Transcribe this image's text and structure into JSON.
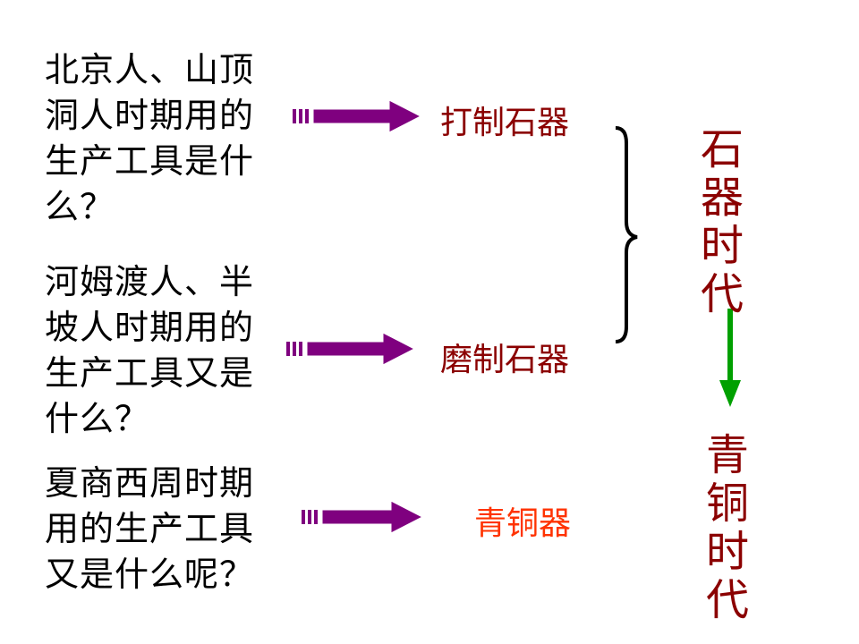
{
  "questions": [
    {
      "lines": [
        "北京人、山顶",
        "洞人时期用的",
        "生产工具是什",
        "么？"
      ]
    },
    {
      "lines": [
        "河姆渡人、半",
        "坡人时期用的",
        "生产工具又是",
        "什么？"
      ]
    },
    {
      "lines": [
        "夏商西周时期",
        "用的生产工具",
        "又是什么呢？"
      ]
    }
  ],
  "answers": [
    "打制石器",
    "磨制石器",
    "青铜器"
  ],
  "eras": {
    "stone_age": [
      "石",
      "器",
      "时",
      "代"
    ],
    "bronze_age": [
      "青",
      "铜",
      "时",
      "代"
    ]
  },
  "colors": {
    "arrow": "#7f007f",
    "answer_stone": "#8b0000",
    "answer_bronze": "#ff3300",
    "era_text": "#8b0000",
    "down_arrow": "#00a000",
    "brace": "#000000"
  }
}
